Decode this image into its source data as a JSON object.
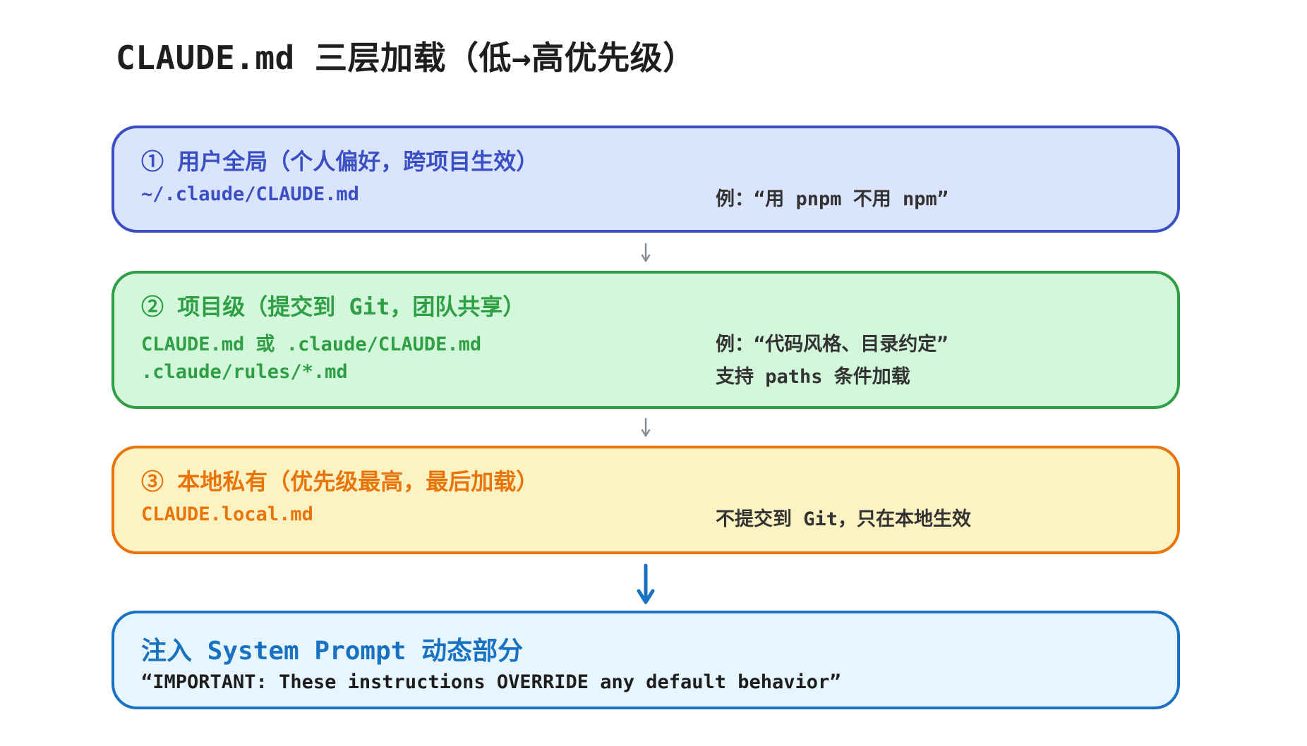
{
  "title": "CLAUDE.md 三层加载（低→高优先级）",
  "layers": [
    {
      "heading": "① 用户全局（个人偏好，跨项目生效）",
      "paths": [
        "~/.claude/CLAUDE.md"
      ],
      "notes": [
        "例：“用 pnpm 不用 npm”"
      ],
      "color": "#3b4fc4"
    },
    {
      "heading": "② 项目级（提交到 Git，团队共享）",
      "paths": [
        "CLAUDE.md 或 .claude/CLAUDE.md",
        ".claude/rules/*.md"
      ],
      "notes": [
        "例：“代码风格、目录约定”",
        "支持 paths 条件加载"
      ],
      "color": "#2f9e44"
    },
    {
      "heading": "③ 本地私有（优先级最高，最后加载）",
      "paths": [
        "CLAUDE.local.md"
      ],
      "notes": [
        "不提交到 Git，只在本地生效"
      ],
      "color": "#e8740b"
    }
  ],
  "result": {
    "heading": "注入 System Prompt 动态部分",
    "quote": "“IMPORTANT: These instructions OVERRIDE any default behavior”",
    "color": "#1971c2"
  }
}
